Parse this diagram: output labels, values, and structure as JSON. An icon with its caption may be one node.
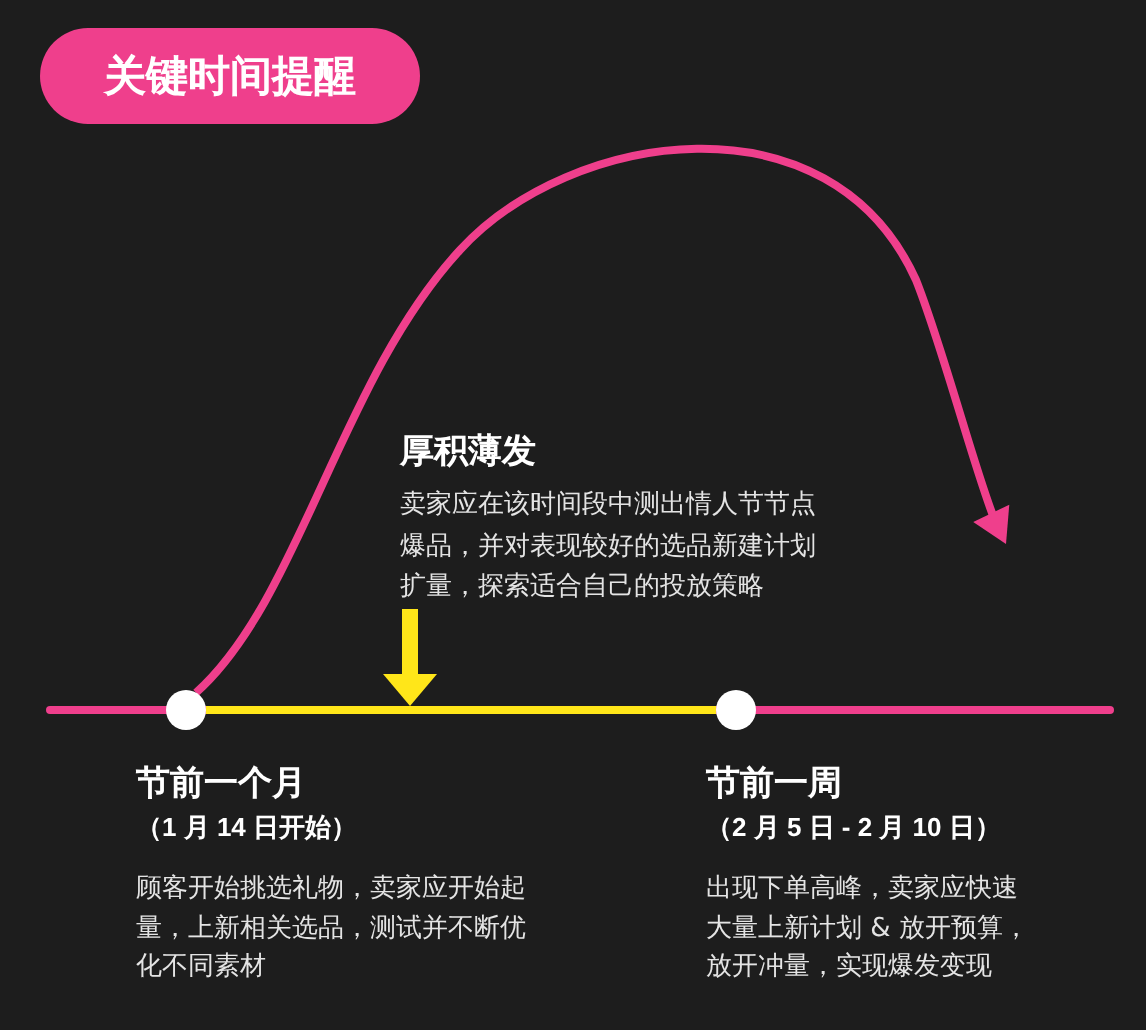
{
  "diagram": {
    "title": "关键时间提醒",
    "nodes": [
      {
        "text": [
          "厚积薄发",
          "卖家应在该时间段中测出情人节节点爆品，并对表现较好的选品新建计划扩量，探索适合自己的投放策略"
        ]
      },
      {
        "text": [],
        "shape": "circle",
        "beside": [
          "节前一个月",
          "（1 月 14 日开始）",
          "顾客开始挑选礼物，卖家应开始起量，上新相关选品，测试并不断优化不同素材"
        ]
      },
      {
        "text": [],
        "shape": "bar"
      },
      {
        "text": [],
        "shape": "circle",
        "beside": [
          "节前一周",
          "（2 月 5 日 - 2 月 10 日）",
          "出现下单高峰，卖家应快速大量上新计划 & 放开预算，放开冲量，实现爆发变现"
        ]
      }
    ],
    "edges": [
      {
        "from": 1,
        "to": null,
        "arrow": "to",
        "color": "#ef3f8c"
      },
      {
        "from": 0,
        "to": 2,
        "arrow": "to",
        "style": "thick",
        "color": "#ffe619"
      }
    ]
  }
}
